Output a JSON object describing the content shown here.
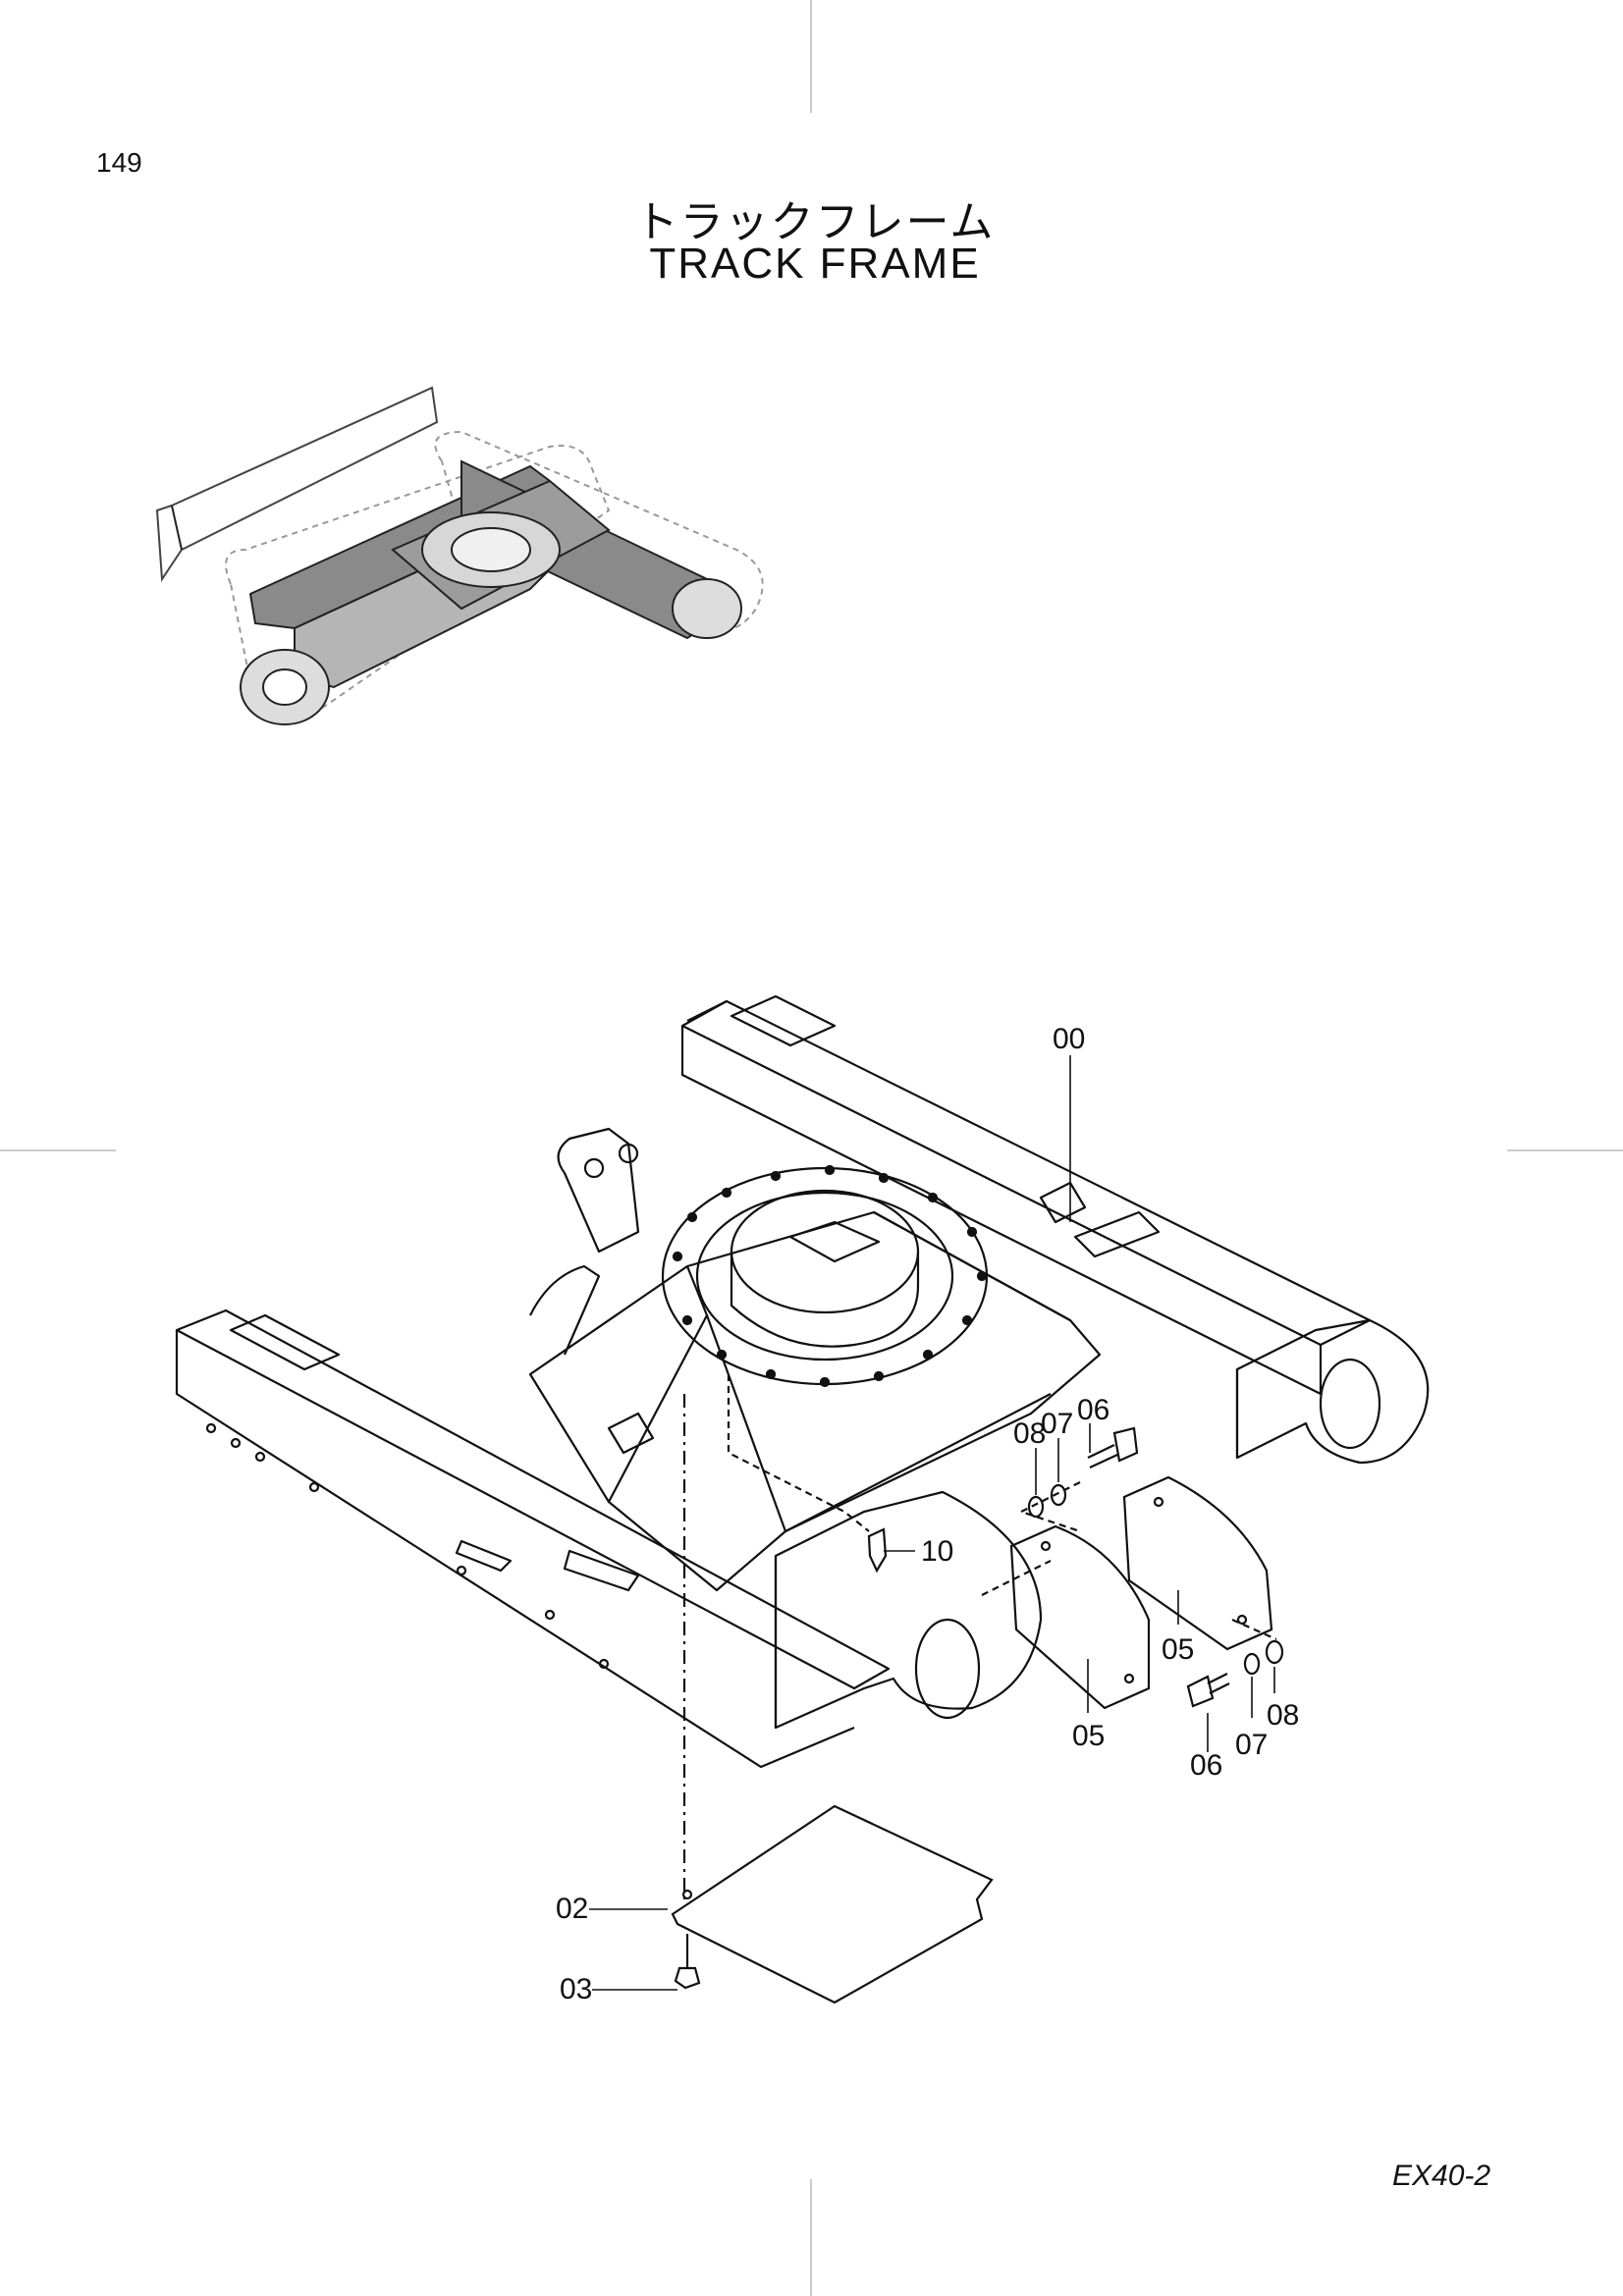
{
  "page_number": "149",
  "title_jp": "トラックフレーム",
  "title_en": "TRACK FRAME",
  "model": "EX40-2",
  "callouts": {
    "c00": "00",
    "c02": "02",
    "c03": "03",
    "c05a": "05",
    "c05b": "05",
    "c06a": "06",
    "c06b": "06",
    "c07a": "07",
    "c07b": "07",
    "c08a": "08",
    "c08b": "08",
    "c10": "10"
  },
  "icons": [
    "overview-machine-icon",
    "track-frame-drawing"
  ]
}
